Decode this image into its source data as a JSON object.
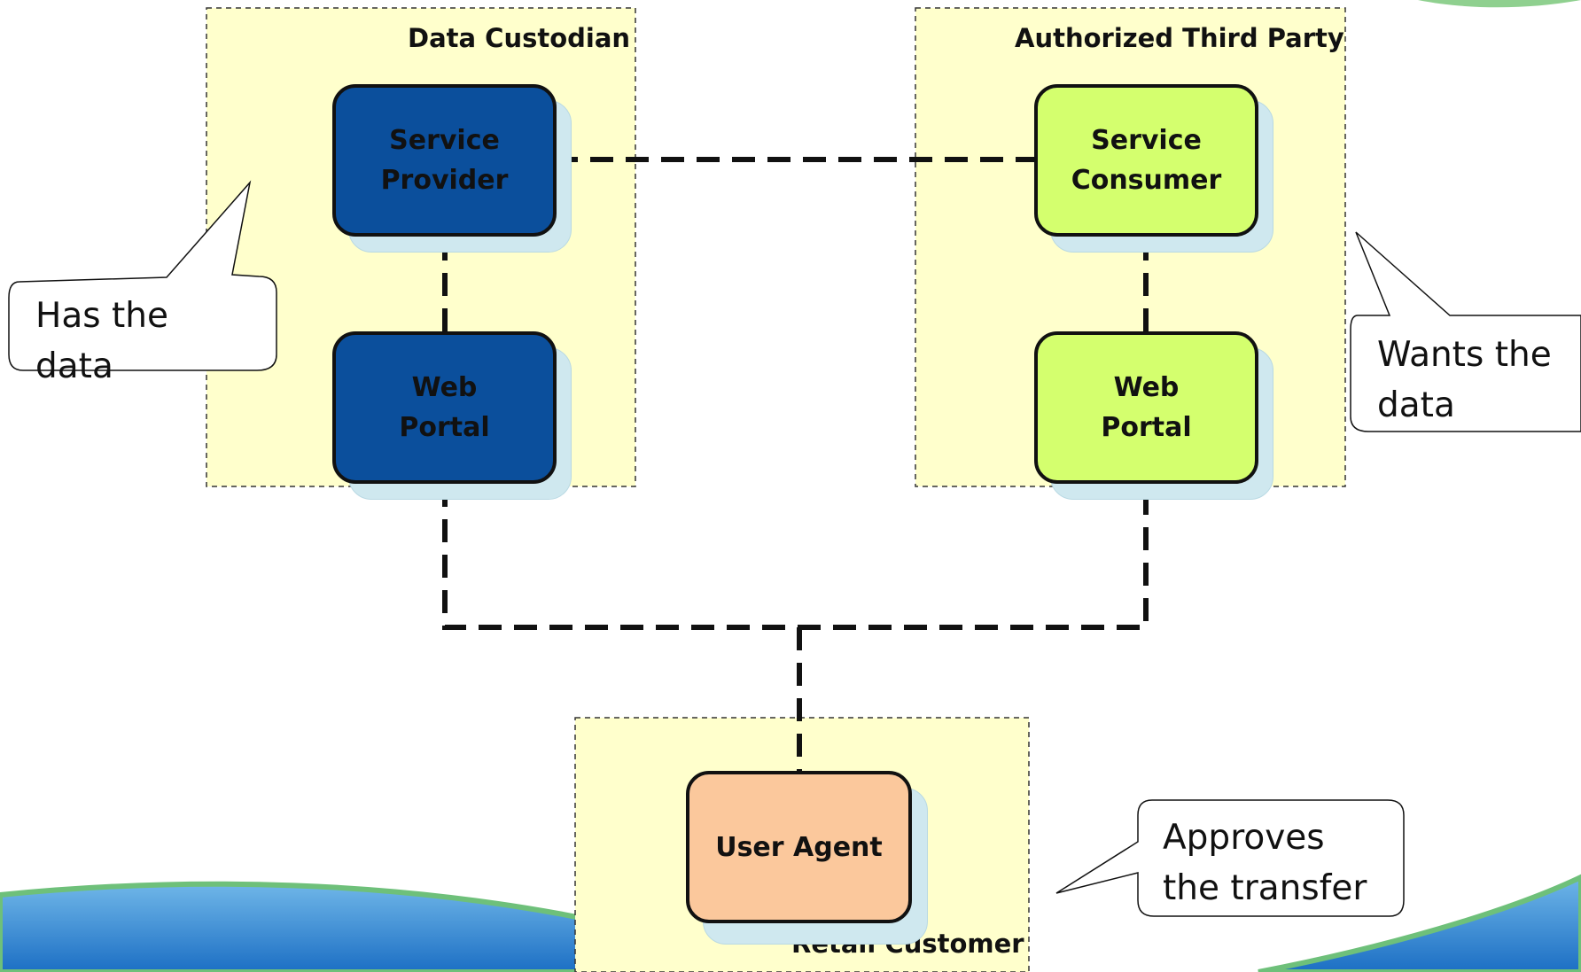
{
  "groups": {
    "data_custodian": "Data Custodian",
    "authorized_third_party": "Authorized Third Party",
    "retail_customer": "Retail Customer"
  },
  "nodes": {
    "dc_service_provider": [
      "Service",
      "Provider"
    ],
    "dc_web_portal": [
      "Web",
      "Portal"
    ],
    "atp_service_consumer": [
      "Service",
      "Consumer"
    ],
    "atp_web_portal": [
      "Web",
      "Portal"
    ],
    "user_agent": [
      "User Agent"
    ]
  },
  "callouts": {
    "has_data": [
      "Has the",
      "data"
    ],
    "wants_data": [
      "Wants the",
      "data"
    ],
    "approves": [
      "Approves",
      "the transfer"
    ]
  },
  "colors": {
    "group_fill": "#ffffcc",
    "dc_node_fill": "#0b4f9c",
    "atp_node_fill": "#d4ff6e",
    "user_agent_fill": "#fbc89c"
  }
}
